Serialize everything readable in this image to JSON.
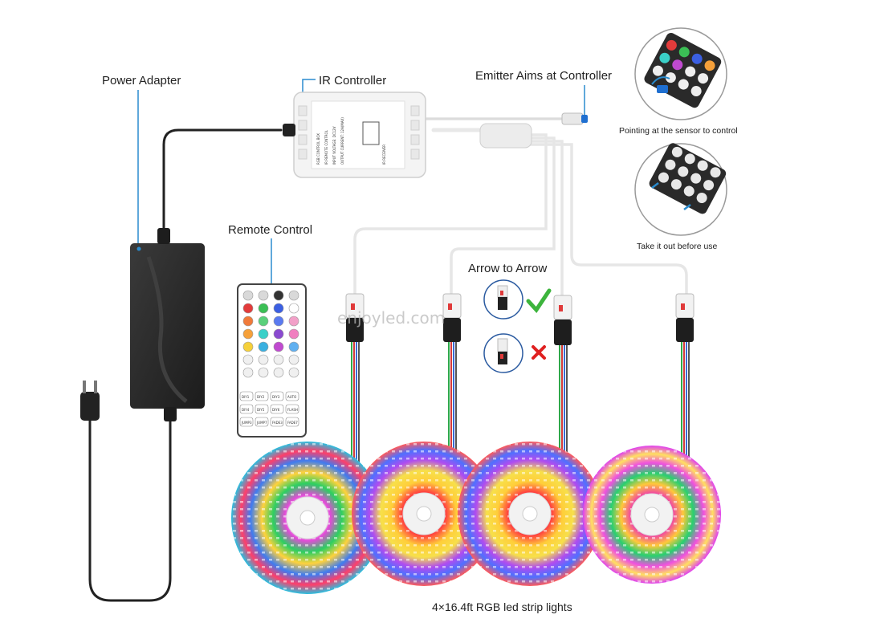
{
  "labels": {
    "power_adapter": "Power Adapter",
    "ir_controller": "IR Controller",
    "emitter": "Emitter Aims at Controller",
    "remote_control": "Remote Control",
    "arrow_to_arrow": "Arrow to Arrow",
    "pointing": "Pointing at the sensor to control",
    "take_out": "Take it out before use",
    "strip_caption": "4×16.4ft RGB led strip lights",
    "watermark": "enjoyled.com"
  },
  "controller_box_text": {
    "line1": "RGB CONTROL BOX",
    "line2": "IR REMOTE CONTROL",
    "line3": "INPUT VOLTAGE: DC12V",
    "line4": "OUTPUT CURRENT: 12A(MAX)",
    "line5": "IR RECEIVER"
  },
  "remote_keys": {
    "row_last": [
      "JUMP3",
      "JUMP7",
      "FADE3",
      "FADE7"
    ],
    "row_b": [
      "DIY1",
      "DIY2",
      "DIY3",
      "AUTO"
    ],
    "row_c": [
      "DIY4",
      "DIY5",
      "DIY6",
      "FLASH"
    ]
  },
  "colors": {
    "accent_blue": "#2a8ccf",
    "check_green": "#3cb43c",
    "cross_red": "#e02020",
    "adapter_black": "#262626",
    "controller_white": "#f4f4f4"
  }
}
